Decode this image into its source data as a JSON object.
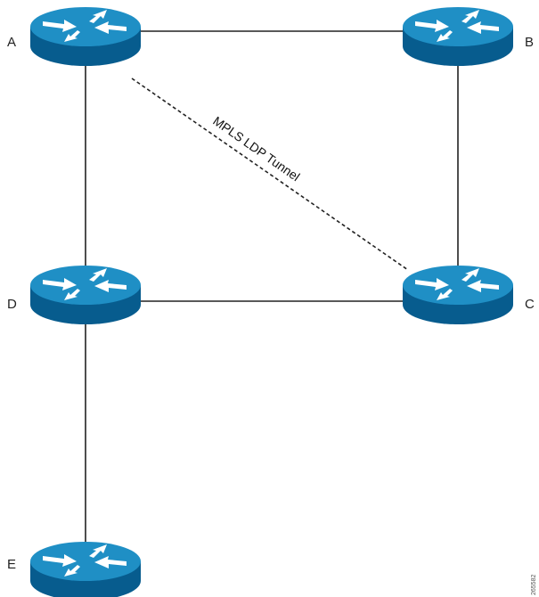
{
  "nodes": {
    "a": {
      "label": "A"
    },
    "b": {
      "label": "B"
    },
    "c": {
      "label": "C"
    },
    "d": {
      "label": "D"
    },
    "e": {
      "label": "E"
    }
  },
  "tunnel": {
    "label": "MPLS LDP Tunnel"
  },
  "figure_id": "265582",
  "colors": {
    "router_top": "#1f8fc5",
    "router_side": "#075c8e",
    "router_arrow": "#ffffff",
    "link": "#222222"
  }
}
